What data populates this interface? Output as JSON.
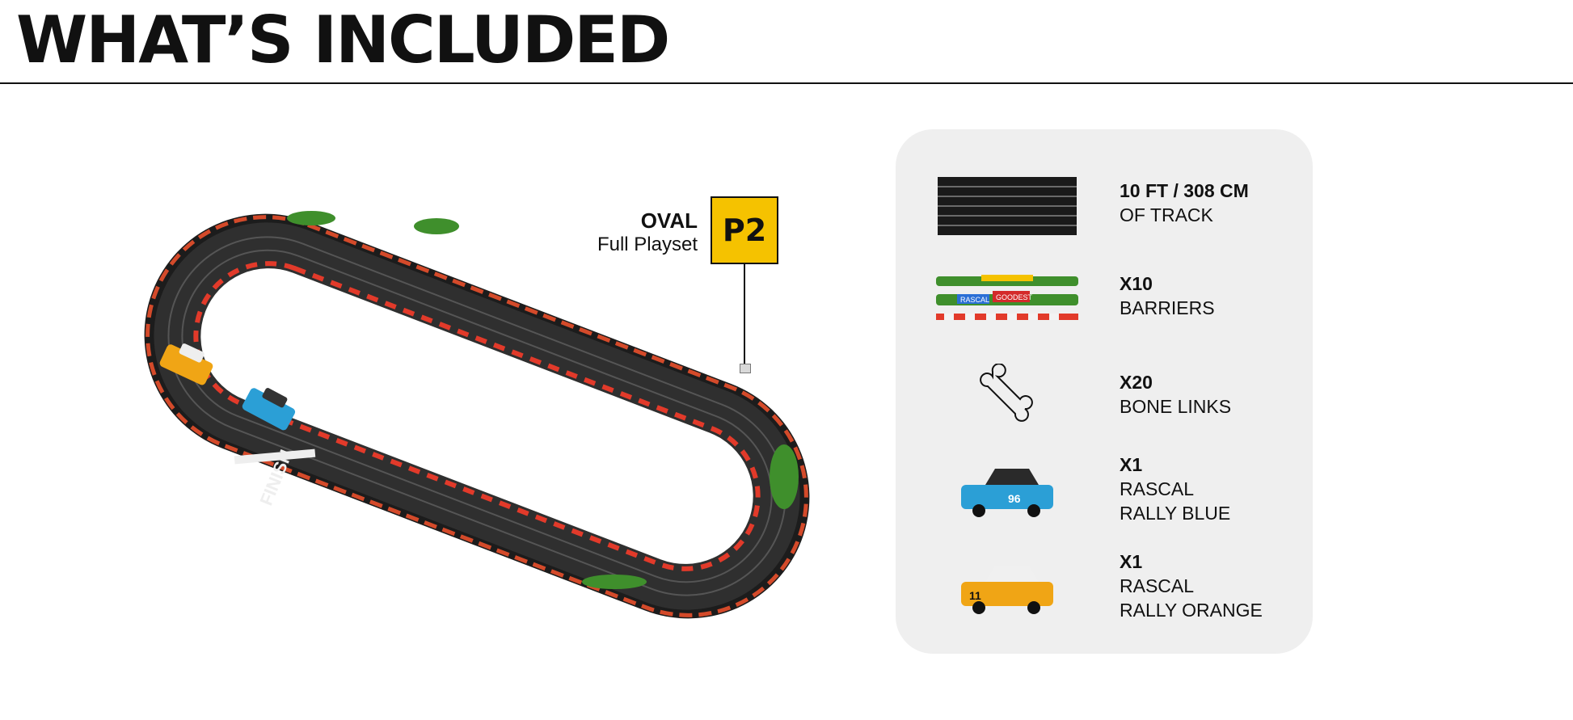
{
  "page": {
    "title": "WHAT’S INCLUDED"
  },
  "playset": {
    "name": "OVAL",
    "subtitle": "Full Playset",
    "badge": "P2"
  },
  "items": [
    {
      "quantity": "10 FT / 308 CM",
      "desc": [
        "OF TRACK"
      ],
      "icon": "track-icon"
    },
    {
      "quantity": "X10",
      "desc": [
        "BARRIERS"
      ],
      "icon": "barriers-icon"
    },
    {
      "quantity": "X20",
      "desc": [
        "BONE LINKS"
      ],
      "icon": "bone-icon"
    },
    {
      "quantity": "X1",
      "desc": [
        "RASCAL",
        "RALLY BLUE"
      ],
      "icon": "blue-car-icon",
      "color": "#2b9fd6"
    },
    {
      "quantity": "X1",
      "desc": [
        "RASCAL",
        "RALLY ORANGE"
      ],
      "icon": "orange-car-icon",
      "color": "#f0a515"
    }
  ],
  "track_markings": {
    "finish": "FINISH",
    "barrier_text": [
      "RASCAL",
      "GOODEST"
    ]
  },
  "colors": {
    "badge": "#f5c200",
    "panel": "#efefef",
    "track": "#2a2a2a",
    "curb_red": "#e23a2a"
  }
}
